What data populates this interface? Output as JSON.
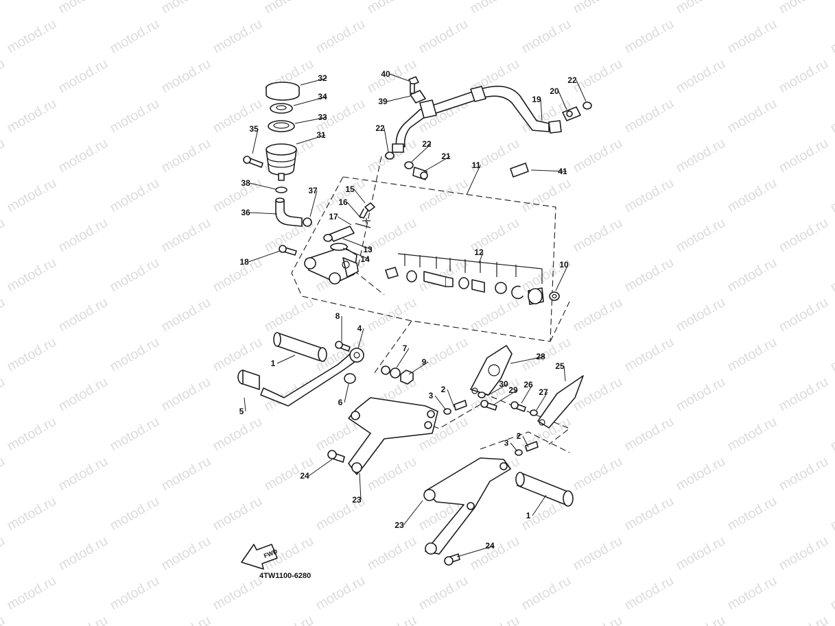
{
  "watermark": "motod.ru",
  "diagram_code": "4TW1100-6280",
  "fwd_label": "FWD",
  "callouts": [
    "1",
    "1",
    "2",
    "2",
    "3",
    "3",
    "4",
    "5",
    "6",
    "7",
    "8",
    "9",
    "10",
    "11",
    "12",
    "13",
    "14",
    "15",
    "16",
    "17",
    "18",
    "19",
    "20",
    "21",
    "22",
    "22",
    "22",
    "23",
    "23",
    "24",
    "24",
    "25",
    "26",
    "27",
    "28",
    "29",
    "30",
    "31",
    "32",
    "33",
    "34",
    "35",
    "36",
    "37",
    "38",
    "39",
    "40",
    "41"
  ]
}
